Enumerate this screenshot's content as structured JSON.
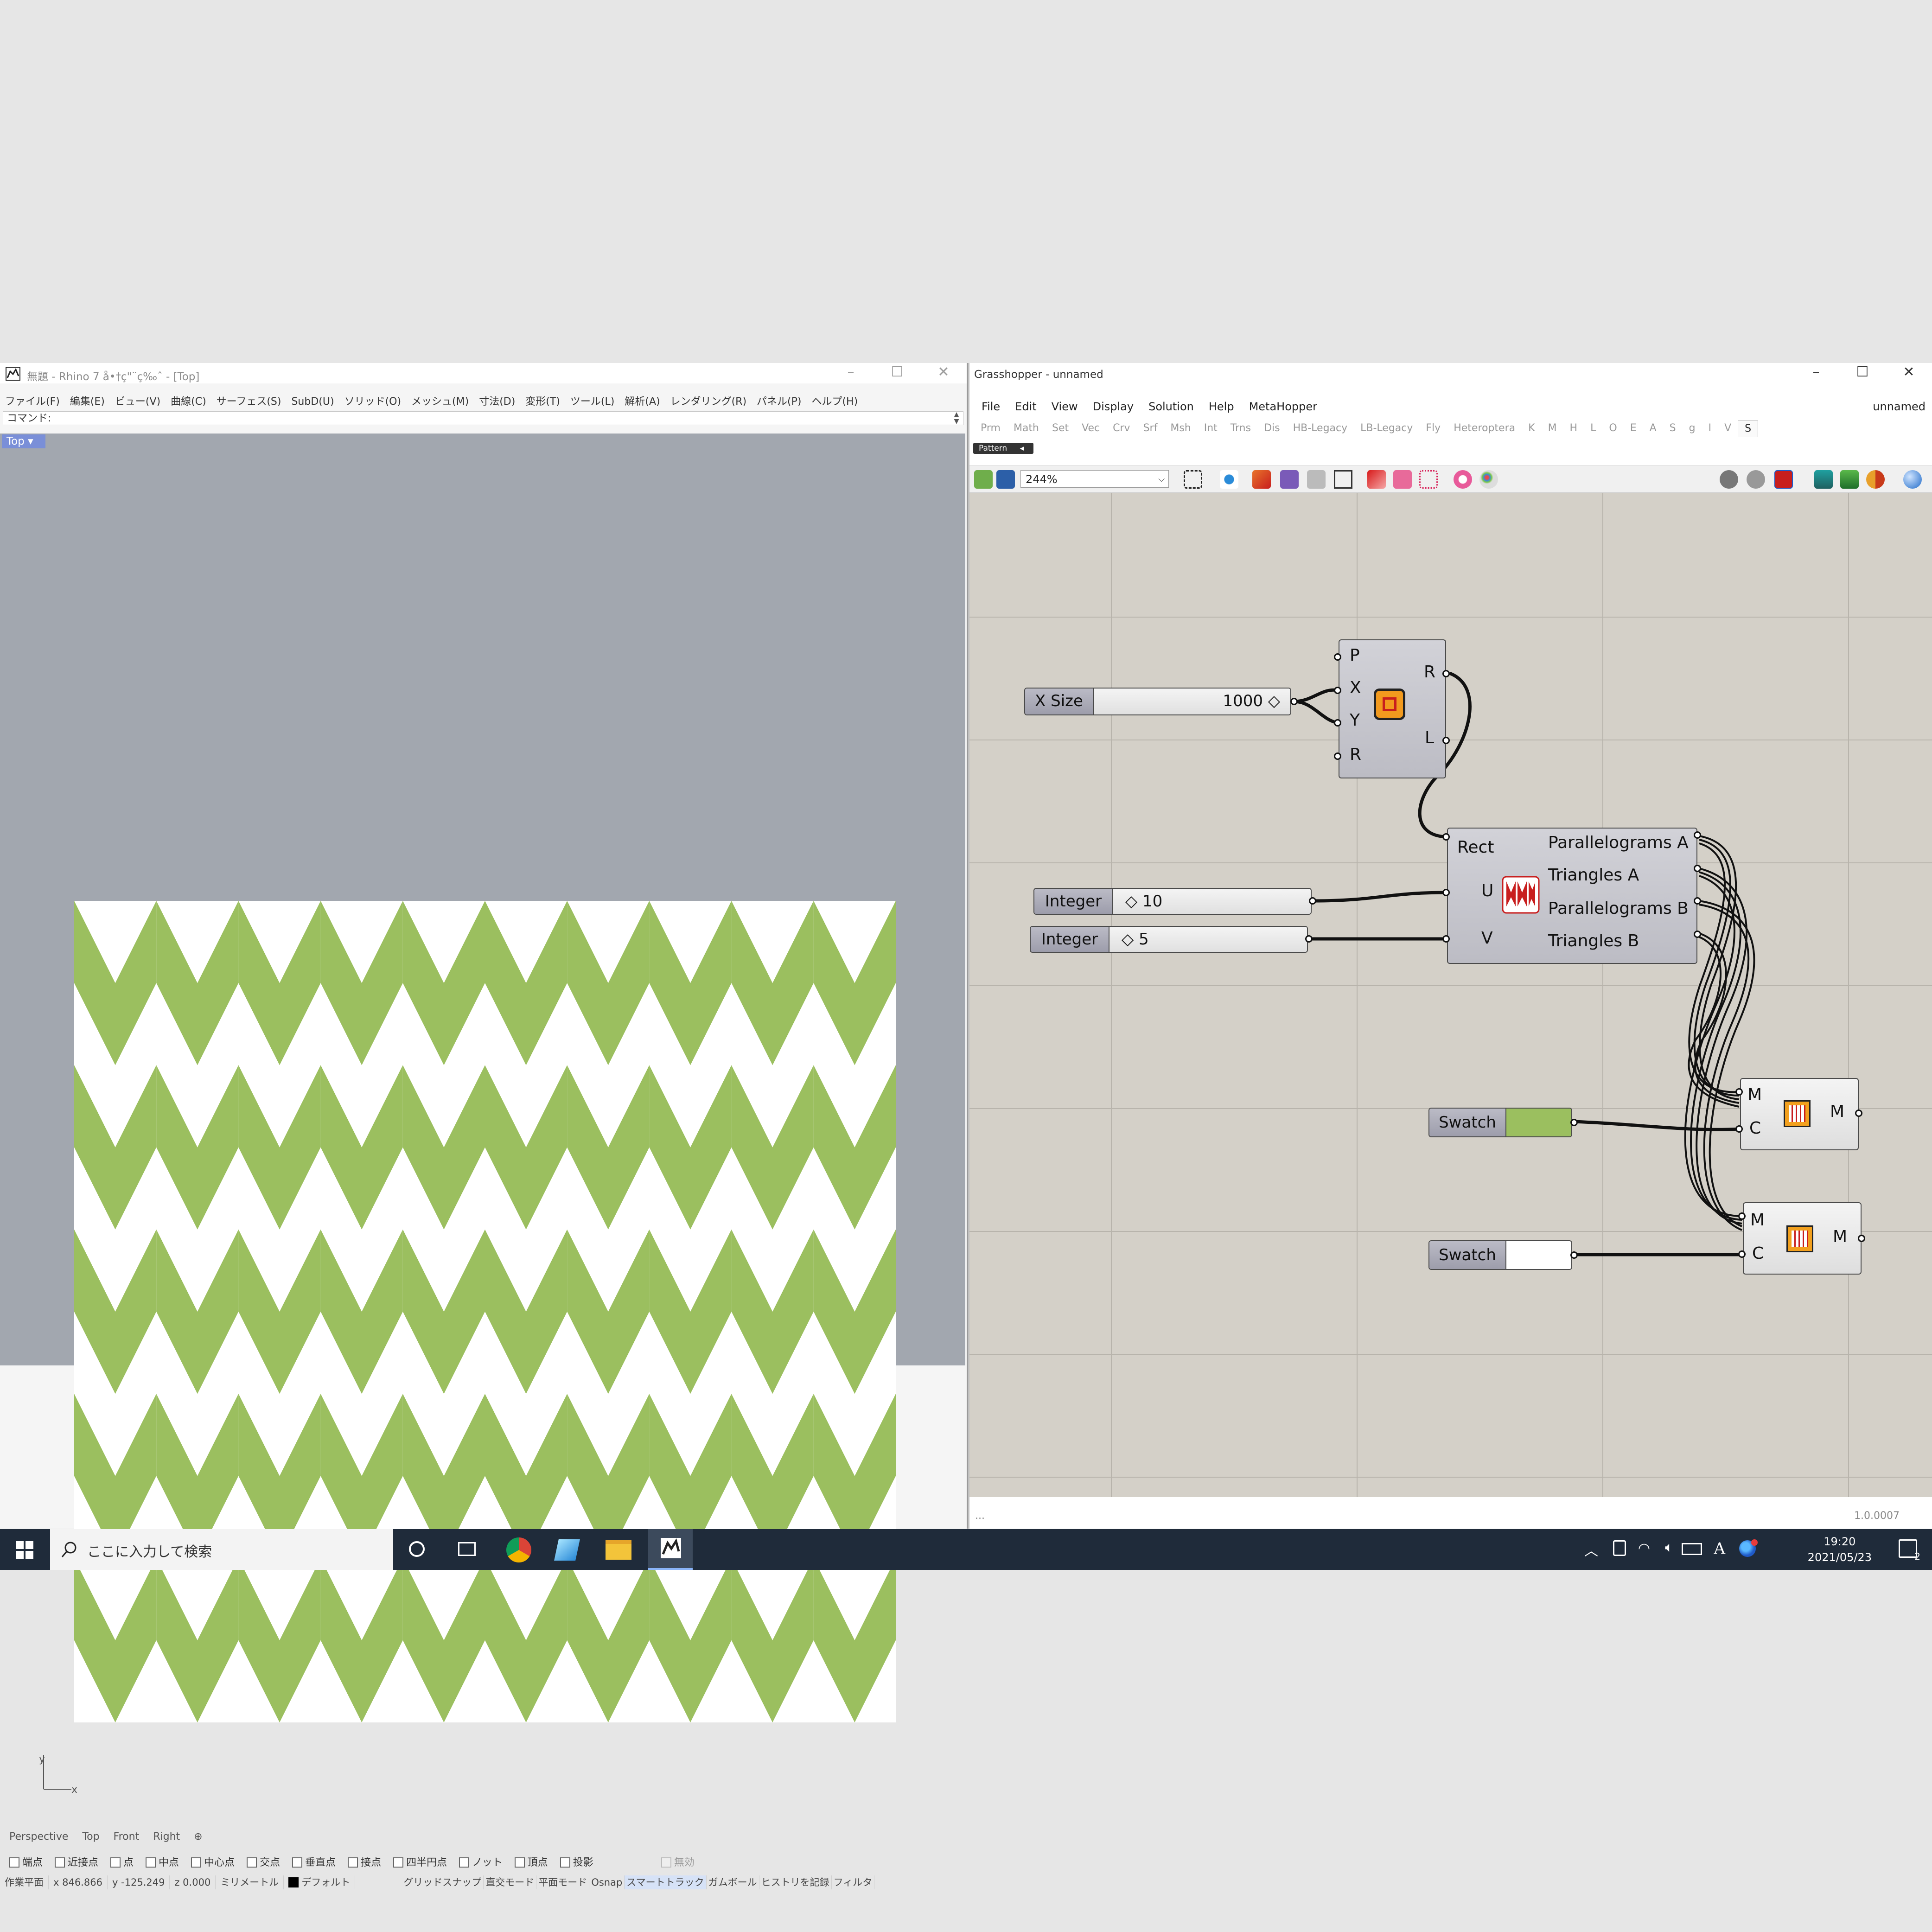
{
  "rhino": {
    "title": "無題 - Rhino 7 å•†ç\"¨ç‰ˆ - [Top]",
    "menu": [
      "ファイル(F)",
      "編集(E)",
      "ビュー(V)",
      "曲線(C)",
      "サーフェス(S)",
      "SubD(U)",
      "ソリッド(O)",
      "メッシュ(M)",
      "寸法(D)",
      "変形(T)",
      "ツール(L)",
      "解析(A)",
      "レンダリング(R)",
      "パネル(P)",
      "ヘルプ(H)"
    ],
    "command_label": "コマンド:",
    "viewport_title": "Top",
    "axis": {
      "x": "x",
      "y": "y"
    },
    "pattern": {
      "columns": 10,
      "rows": 5,
      "color_a": "#9bbf5f",
      "color_b": "#ffffff"
    },
    "view_tabs": [
      "Perspective",
      "Top",
      "Front",
      "Right"
    ],
    "osnaps": [
      "端点",
      "近接点",
      "点",
      "中点",
      "中心点",
      "交点",
      "垂直点",
      "接点",
      "四半円点",
      "ノット",
      "頂点",
      "投影"
    ],
    "osnap_disabled": "無効",
    "status": {
      "cplane": "作業平面",
      "x": "x 846.866",
      "y": "y -125.249",
      "z": "z 0.000",
      "units": "ミリメートル",
      "layer": "デフォルト",
      "modes": [
        "グリッドスナップ",
        "直交モード",
        "平面モード",
        "Osnap",
        "スマートトラック",
        "ガムボール",
        "ヒストリを記録",
        "フィルタ"
      ]
    }
  },
  "grasshopper": {
    "title": "Grasshopper - unnamed",
    "menu": [
      "File",
      "Edit",
      "View",
      "Display",
      "Solution",
      "Help",
      "MetaHopper"
    ],
    "doc_name": "unnamed",
    "tabs": [
      "Prm",
      "Math",
      "Set",
      "Vec",
      "Crv",
      "Srf",
      "Msh",
      "Int",
      "Trns",
      "Dis",
      "HB-Legacy",
      "LB-Legacy",
      "Fly",
      "Heteroptera",
      "K",
      "M",
      "H",
      "L",
      "O",
      "E",
      "A",
      "S",
      "g",
      "I",
      "V",
      "S"
    ],
    "active_tab": "S",
    "panel_tab": "Pattern",
    "zoom": "244%",
    "version": "1.0.0007",
    "status_left": "...",
    "rect_comp": {
      "inputs": [
        "P",
        "X",
        "Y",
        "R"
      ],
      "outputs": [
        "R",
        "L"
      ]
    },
    "xsize_slider": {
      "name": "X Size",
      "value": "1000 ◇"
    },
    "int_slider_u": {
      "name": "Integer",
      "value": "◇ 10"
    },
    "int_slider_v": {
      "name": "Integer",
      "value": "◇ 5"
    },
    "pattern_comp": {
      "inputs": [
        "Rect",
        "U",
        "V"
      ],
      "outputs": [
        "Parallelograms A",
        "Triangles A",
        "Parallelograms B",
        "Triangles B"
      ]
    },
    "swatch1": {
      "name": "Swatch",
      "color": "#9bbf5f"
    },
    "swatch2": {
      "name": "Swatch",
      "color": "#ffffff"
    },
    "preview1": {
      "inputs": [
        "M",
        "C"
      ],
      "output": "M"
    },
    "preview2": {
      "inputs": [
        "M",
        "C"
      ],
      "output": "M"
    }
  },
  "taskbar": {
    "search_placeholder": "ここに入力して検索",
    "time": "19:20",
    "date": "2021/05/23",
    "ime": "A",
    "notifications": "2"
  }
}
